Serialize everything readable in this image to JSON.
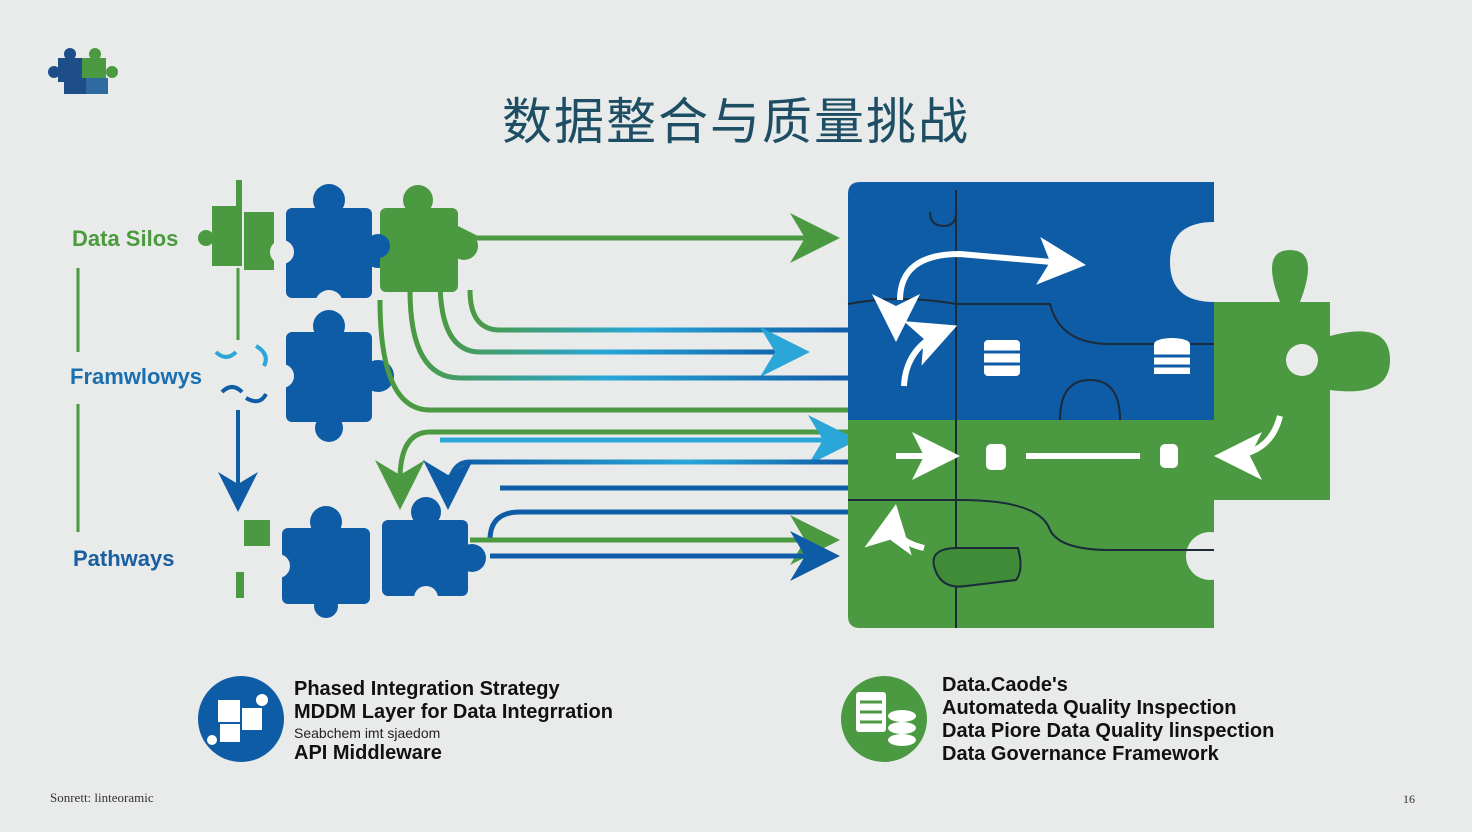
{
  "title": "数据整合与质量挑战",
  "side_labels": {
    "silos": "Data Silos",
    "frameworks": "Framwlowys",
    "pathways": "Pathways"
  },
  "legend_left": {
    "lines": [
      "Phased Integration Strategy",
      "MDDM Layer for Data   Integrration",
      "Seabchem imt sjaedom",
      "API  Middleware"
    ]
  },
  "legend_right": {
    "lines": [
      "Data.Caode's",
      "Automateda Quality Inspection",
      "Data Piore Data Quality linspection",
      "Data Governance Framework"
    ]
  },
  "footer": {
    "source": "Sonrett: linteoramic",
    "page_number": "16"
  },
  "colors": {
    "blue": "#0f5ca6",
    "green": "#4b9a42",
    "light_blue": "#2aa6d8",
    "title": "#1d4e64",
    "background": "#e9ebea"
  },
  "icons": {
    "logo": "puzzle-logo-icon",
    "left_badge": "puzzle-badge-icon",
    "right_badge": "database-stack-icon"
  }
}
